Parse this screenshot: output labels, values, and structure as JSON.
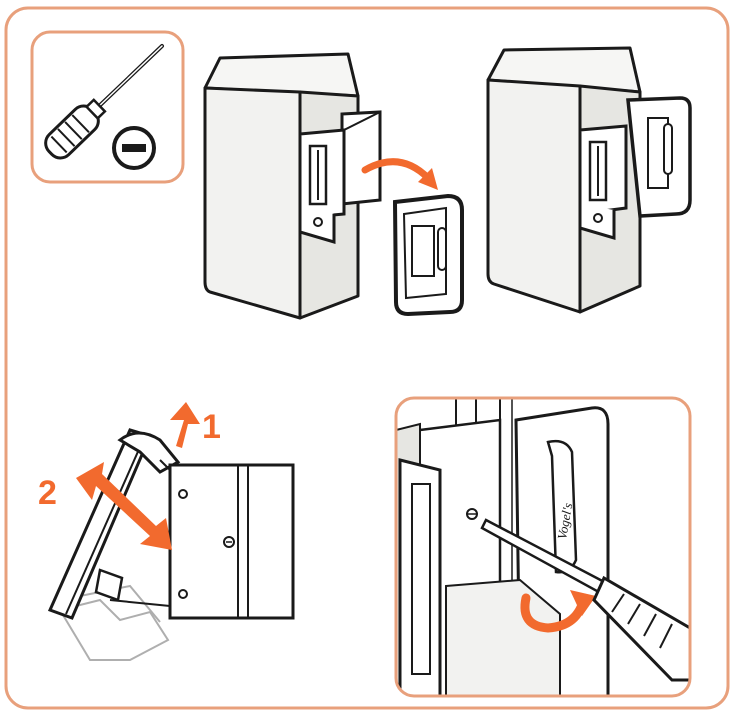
{
  "colors": {
    "accent": "#f26a2e",
    "frame": "#e8a07c",
    "ink": "#1a1a1a",
    "body": "#f2f2f0",
    "shade": "#dcdcd8"
  },
  "tool_panel": {
    "tool_icon": "screwdriver-icon",
    "type_icon": "flathead-minus-icon"
  },
  "steps": {
    "step1_label": "1",
    "step2_label": "2"
  },
  "brand_mark": "Vogel's"
}
